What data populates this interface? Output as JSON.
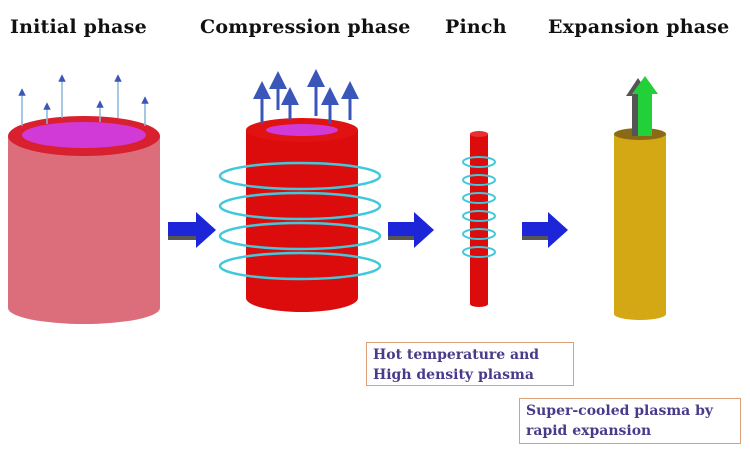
{
  "phases": {
    "initial": "Initial phase",
    "compression": "Compression phase",
    "pinch": "Pinch",
    "expansion": "Expansion phase"
  },
  "notes": {
    "pinch_line1": "Hot temperature and",
    "pinch_line2": "High density plasma",
    "expansion_line1": "Super-cooled plasma by",
    "expansion_line2": "rapid expansion"
  },
  "colors": {
    "initial_cylinder": "#dc6e7c",
    "initial_rim": "#d8202e",
    "initial_top": "#d23ad8",
    "compression_cylinder": "#dd0c0c",
    "pinch_cylinder": "#dd0c0c",
    "expansion_cylinder": "#d4a814",
    "coil": "#40c8dc",
    "arrow_blue": "#1c26d8",
    "vector_up": "#3a56b8",
    "vector_green": "#22d03a"
  },
  "icons": [
    "right-arrow-icon",
    "up-arrow-icon"
  ]
}
